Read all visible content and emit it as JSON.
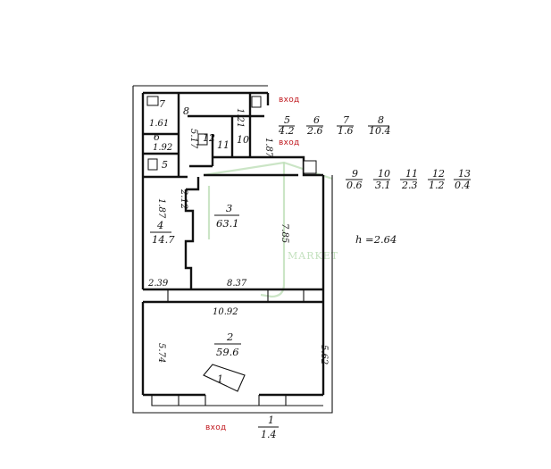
{
  "entries": [
    "вход",
    "вход",
    "вход"
  ],
  "ceiling_height": "h =2.64",
  "legend_row1": [
    {
      "n": "5",
      "a": "4.2"
    },
    {
      "n": "6",
      "a": "2.6"
    },
    {
      "n": "7",
      "a": "1.6"
    },
    {
      "n": "8",
      "a": "10.4"
    }
  ],
  "legend_row2": [
    {
      "n": "9",
      "a": "0.6"
    },
    {
      "n": "10",
      "a": "3.1"
    },
    {
      "n": "11",
      "a": "2.3"
    },
    {
      "n": "12",
      "a": "1.2"
    },
    {
      "n": "13",
      "a": "0.4"
    }
  ],
  "legend_bottom": {
    "n": "1",
    "a": "1.4"
  },
  "rooms": {
    "r2": {
      "n": "2",
      "a": "59.6"
    },
    "r3": {
      "n": "3",
      "a": "63.1"
    },
    "r4": {
      "n": "4",
      "a": "14.7"
    },
    "r5": "5",
    "r6": "6",
    "r8": "8",
    "r10": "10",
    "r11": "11",
    "r12": "12",
    "r1": "1",
    "r7": "7"
  },
  "dims": {
    "d1092": "10.92",
    "d837": "8.37",
    "d239": "2.39",
    "d574": "5.74",
    "d562": "5.62",
    "d785": "7.85",
    "d187": "1.87",
    "d212": "2.12",
    "d161": "1.61",
    "d192": "1.92",
    "d517": "5.17",
    "d121": "1.21",
    "d187b": "1.87"
  },
  "watermark": "MARKET"
}
